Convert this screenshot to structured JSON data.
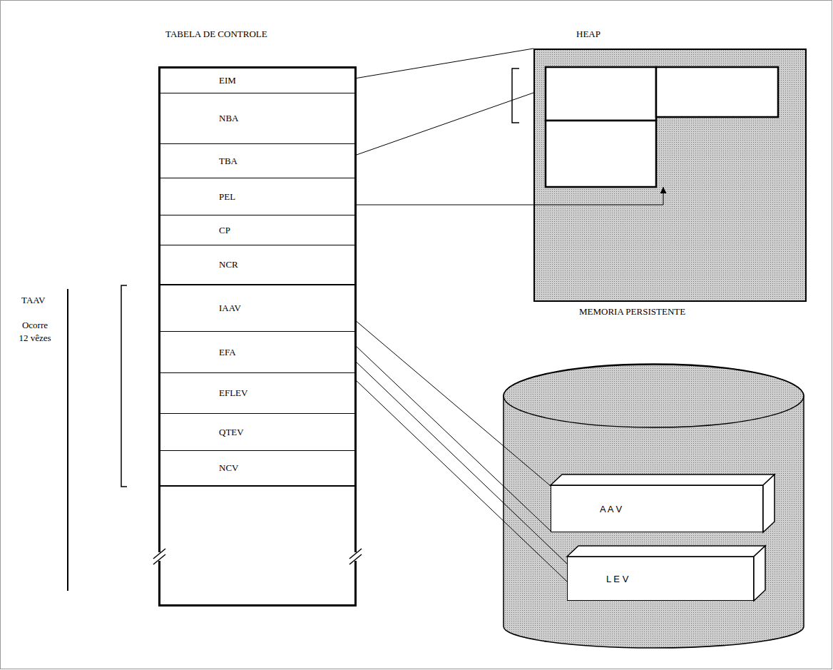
{
  "diagram": {
    "nodes": [
      {
        "text": [
          "TABELA DE CONTROLE"
        ]
      },
      {
        "text": [
          "EIM"
        ],
        "in": 0
      },
      {
        "text": [
          "NBA"
        ],
        "in": 0
      },
      {
        "text": [
          "TBA"
        ],
        "in": 0
      },
      {
        "text": [
          "PEL"
        ],
        "in": 0
      },
      {
        "text": [
          "CP"
        ],
        "in": 0
      },
      {
        "text": [
          "NCR"
        ],
        "in": 0
      },
      {
        "text": [
          "IAAV"
        ],
        "in": 0
      },
      {
        "text": [
          "EFA"
        ],
        "in": 0
      },
      {
        "text": [
          "EFLEV"
        ],
        "in": 0
      },
      {
        "text": [
          "QTEV"
        ],
        "in": 0
      },
      {
        "text": [
          "NCV"
        ],
        "in": 0
      },
      {
        "text": [
          "HEAP"
        ]
      },
      {
        "text": [
          "MEMORIA PERSISTENTE"
        ]
      },
      {
        "text": [
          "A A V"
        ],
        "in": 13
      },
      {
        "text": [
          "L E V"
        ],
        "in": 13
      }
    ],
    "edges": [
      {
        "from": 1,
        "to": 12,
        "arrow": "none"
      },
      {
        "from": 3,
        "to": 12,
        "arrow": "none"
      },
      {
        "from": 4,
        "to": 12,
        "arrow": "to"
      },
      {
        "from": 7,
        "to": 14,
        "arrow": "none"
      },
      {
        "from": 8,
        "to": 14,
        "arrow": "none"
      },
      {
        "from": 8,
        "to": 15,
        "arrow": "none"
      },
      {
        "from": 9,
        "to": 15,
        "arrow": "none"
      }
    ],
    "labels": [
      "TAAV",
      "Ocorre 12 vêzes"
    ]
  }
}
